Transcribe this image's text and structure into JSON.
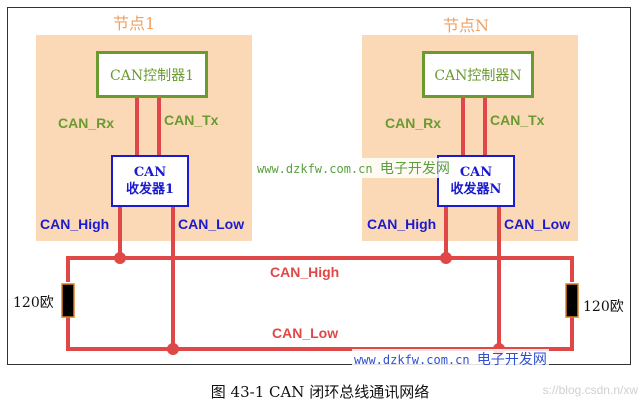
{
  "nodes": [
    {
      "title": "节点1",
      "controller": "CAN控制器1",
      "transceiver_line1": "CAN",
      "transceiver_line2": "收发器1",
      "rx_label": "CAN_Rx",
      "tx_label": "CAN_Tx",
      "high_label": "CAN_High",
      "low_label": "CAN_Low"
    },
    {
      "title": "节点N",
      "controller": "CAN控制器N",
      "transceiver_line1": "CAN",
      "transceiver_line2": "收发器N",
      "rx_label": "CAN_Rx",
      "tx_label": "CAN_Tx",
      "high_label": "CAN_High",
      "low_label": "CAN_Low"
    }
  ],
  "bus": {
    "high_label": "CAN_High",
    "low_label": "CAN_Low",
    "resistor_left": "120欧",
    "resistor_right": "120欧"
  },
  "watermarks": [
    {
      "latin": "www.dzkfw.com.cn",
      "cn": "电子开发网"
    },
    {
      "latin": "www.dzkfw.com.cn",
      "cn": "电子开发网"
    }
  ],
  "caption": "图 43-1 CAN 闭环总线通讯网络",
  "source_watermark": "s://blog.csdn.n/xw",
  "colors": {
    "node_bg": "#fcd9b6",
    "controller": "#6a9a30",
    "transceiver": "#1a1ad0",
    "bus": "#e04848",
    "title": "#f0a060"
  }
}
